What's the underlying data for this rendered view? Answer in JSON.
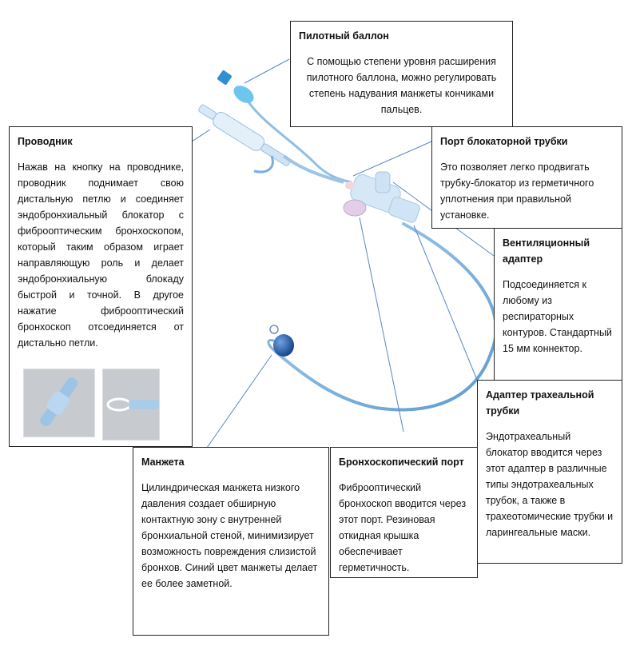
{
  "boxes": {
    "pilot_balloon": {
      "title": "Пилотный баллон",
      "body": "С помощью степени уровня расширения пилотного баллона, можно регулировать степень надувания манжеты кончиками пальцев."
    },
    "guide": {
      "title": "Проводник",
      "body": "Нажав на кнопку на проводнике, проводник поднимает свою дистальную петлю и соединяет эндобронхиальный блокатор с фиброоптическим бронхоскопом, который таким образом играет направляющую роль и делает эндобронхиальную блокаду быстрой и точной. В другое нажатие фиброоптический бронхоскоп отсоединяется от дистально петли."
    },
    "blocker_port": {
      "title": "Порт блокаторной трубки",
      "body": "Это позволяет легко продвигать трубку-блокатор из герметичного уплотнения при правильной установке."
    },
    "vent_adapter": {
      "title": "Вентиляционный адаптер",
      "body": "Подсоединяется к любому из респираторных контуров. Стандартный 15 мм коннектор."
    },
    "tracheal_adapter": {
      "title": "Адаптер трахеальной трубки",
      "body": "Эндотрахеальный блокатор вводится через этот адаптер в различные типы эндотрахеальных трубок, а также в трахеотомические трубки и ларингеальные маски."
    },
    "cuff": {
      "title": "Манжета",
      "body": "Цилиндрическая манжета низкого давления создает обширную контактную зону с внутренней бронхиальной стеной, минимизирует возможность повреждения слизистой бронхов. Синий цвет манжеты делает ее более заметной."
    },
    "bronch_port": {
      "title": "Бронхоскопический порт",
      "body": "Фиброоптический бронхоскоп вводится через этот порт. Резиновая откидная крышка обеспечивает герметичность."
    }
  },
  "colors": {
    "leader": "#5b86c4",
    "tube": "#7fb3dc",
    "tube_dark": "#4d8fc7",
    "cuff": "#1f5fb0",
    "connector": "#cfe4f4",
    "pilot": "#34b0e6"
  }
}
